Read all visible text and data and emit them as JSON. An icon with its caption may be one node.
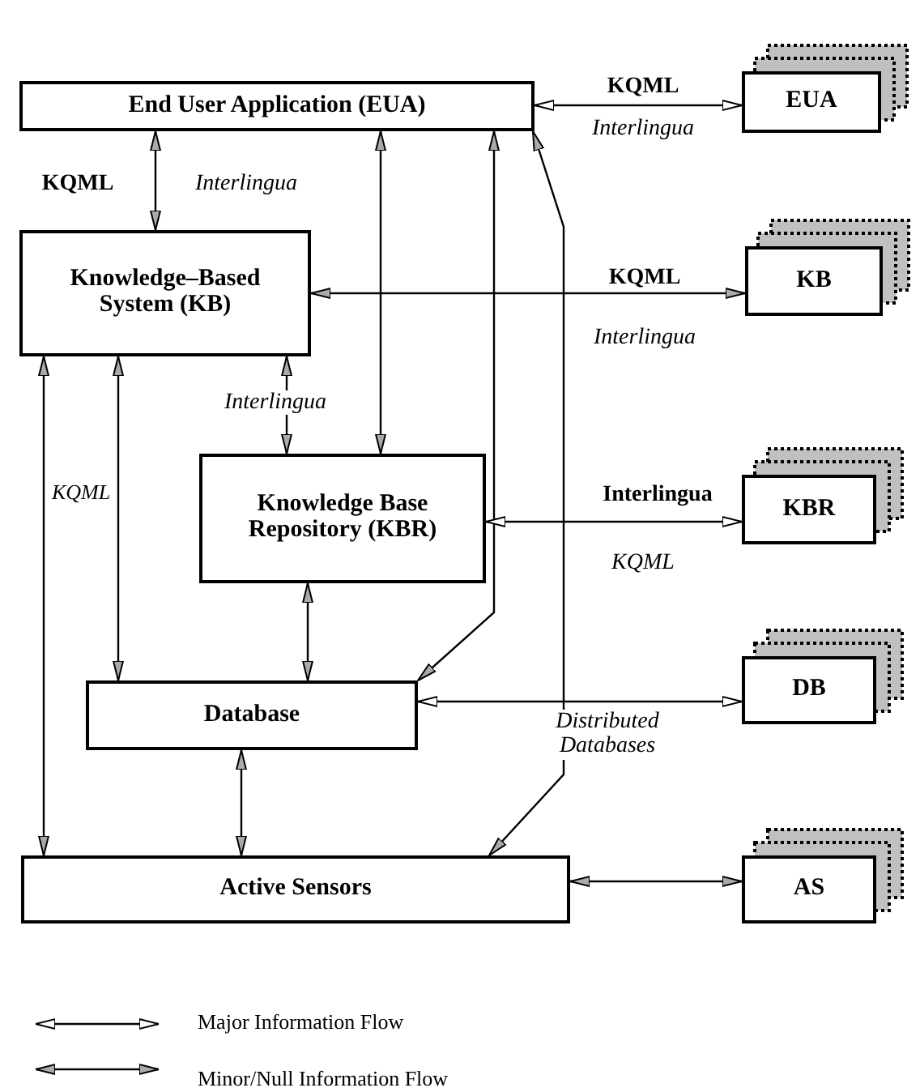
{
  "diagram": {
    "nodes": [
      {
        "text": [
          "End User Application (EUA)"
        ]
      },
      {
        "text": [
          "Knowledge–Based System (KB)"
        ]
      },
      {
        "text": [
          "Knowledge Base Repository (KBR)"
        ]
      },
      {
        "text": [
          "Database"
        ]
      },
      {
        "text": [
          "Active Sensors"
        ]
      },
      {
        "text": [
          "EUA"
        ]
      },
      {
        "text": [
          "KB"
        ]
      },
      {
        "text": [
          "KBR"
        ]
      },
      {
        "text": [
          "DB"
        ]
      },
      {
        "text": [
          "AS"
        ]
      }
    ],
    "edges": [
      {
        "from": 0,
        "to": 1,
        "arrow": "both"
      },
      {
        "from": 0,
        "to": 2,
        "arrow": "both"
      },
      {
        "from": 0,
        "to": 3,
        "arrow": "both"
      },
      {
        "from": 0,
        "to": 4,
        "arrow": "both"
      },
      {
        "from": 1,
        "to": 6,
        "arrow": "both"
      },
      {
        "from": 1,
        "to": 4,
        "arrow": "both"
      },
      {
        "from": 1,
        "to": 3,
        "arrow": "both"
      },
      {
        "from": 1,
        "to": 2,
        "arrow": "both",
        "label": "Interlingua"
      },
      {
        "from": 2,
        "to": 3,
        "arrow": "both"
      },
      {
        "from": 0,
        "to": 5,
        "arrow": "both"
      },
      {
        "from": 2,
        "to": 7,
        "arrow": "both"
      },
      {
        "from": 3,
        "to": 8,
        "arrow": "both",
        "label": "Distributed Databases"
      },
      {
        "from": 3,
        "to": 4,
        "arrow": "both"
      },
      {
        "from": 4,
        "to": 9,
        "arrow": "both"
      }
    ],
    "labels": [
      "KQML",
      "Interlingua",
      "KQML",
      "Interlingua",
      "KQML",
      "Interlingua",
      "KQML",
      "Interlingua",
      "KQML"
    ],
    "legend": [
      {
        "text": "Major Information Flow"
      },
      {
        "text": "Minor/Null Information Flow"
      }
    ]
  }
}
